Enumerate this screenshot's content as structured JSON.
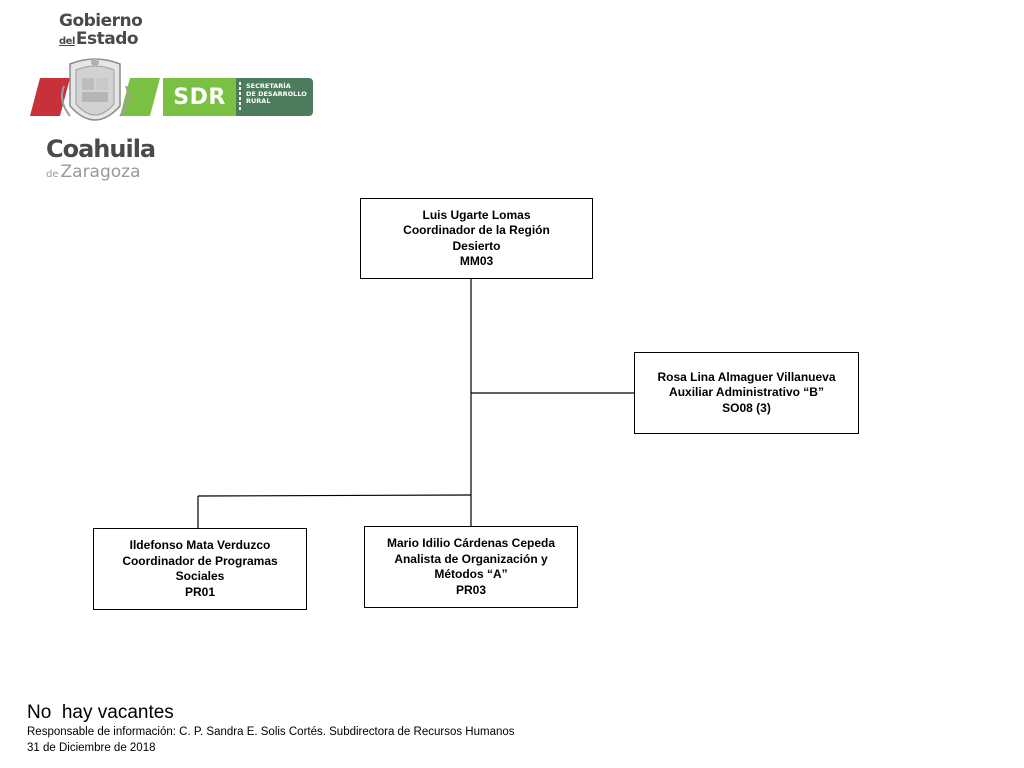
{
  "header": {
    "gobierno_line1": "Gobierno",
    "gobierno_del": "del",
    "gobierno_line2": "Estado",
    "sdr_abbrev": "SDR",
    "sdr_line1": "SECRETARÍA",
    "sdr_line2": "DE DESARROLLO",
    "sdr_line3": "RURAL",
    "coahuila": "Coahuila",
    "zaragoza_de": "de",
    "zaragoza": "Zaragoza",
    "colors": {
      "red": "#c8303a",
      "green": "#7ac043",
      "dark_green": "#4d7c5c",
      "gray": "#4a4a4a"
    }
  },
  "org_chart": {
    "coordinator": {
      "name": "Luis Ugarte Lomas",
      "title_line1": "Coordinador de la Región",
      "title_line2": "Desierto",
      "code": "MM03"
    },
    "assistant": {
      "name": "Rosa Lina Almaguer Villanueva",
      "title": "Auxiliar Administrativo “B”",
      "code": "SO08 (3)"
    },
    "subordinates": [
      {
        "name": "Ildefonso Mata Verduzco",
        "title_line1": "Coordinador de Programas",
        "title_line2": "Sociales",
        "code": "PR01"
      },
      {
        "name": "Mario Idilio Cárdenas Cepeda",
        "title_line1": "Analista de Organización y",
        "title_line2": "Métodos “A”",
        "code": "PR03"
      }
    ]
  },
  "footer": {
    "vacancies": "No  hay vacantes",
    "responsible": "Responsable de información: C. P. Sandra E. Solis Cortés. Subdirectora de Recursos Humanos",
    "date": "31 de Diciembre de 2018"
  }
}
